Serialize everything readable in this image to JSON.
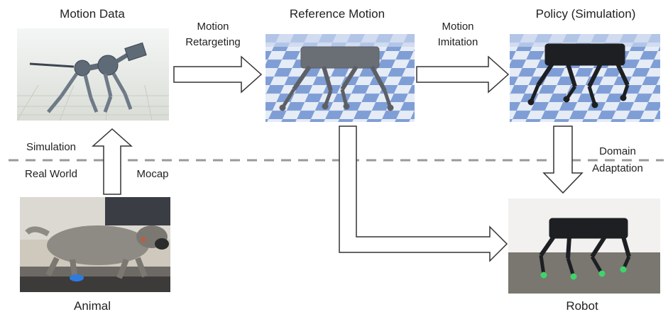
{
  "titles": {
    "motion_data": "Motion Data",
    "reference_motion": "Reference Motion",
    "policy": "Policy (Simulation)",
    "animal": "Animal",
    "robot": "Robot"
  },
  "arrows": {
    "retargeting_line1": "Motion",
    "retargeting_line2": "Retargeting",
    "imitation_line1": "Motion",
    "imitation_line2": "Imitation",
    "mocap": "Mocap",
    "domain_line1": "Domain",
    "domain_line2": "Adaptation"
  },
  "regions": {
    "simulation": "Simulation",
    "real_world": "Real World"
  },
  "colors": {
    "checker_blue": "#7f9ed6",
    "checker_light": "#e6ecf6",
    "robot_gray": "#5c6066",
    "robot_black": "#1d1f22",
    "dashed_line": "#9a9a9a"
  }
}
